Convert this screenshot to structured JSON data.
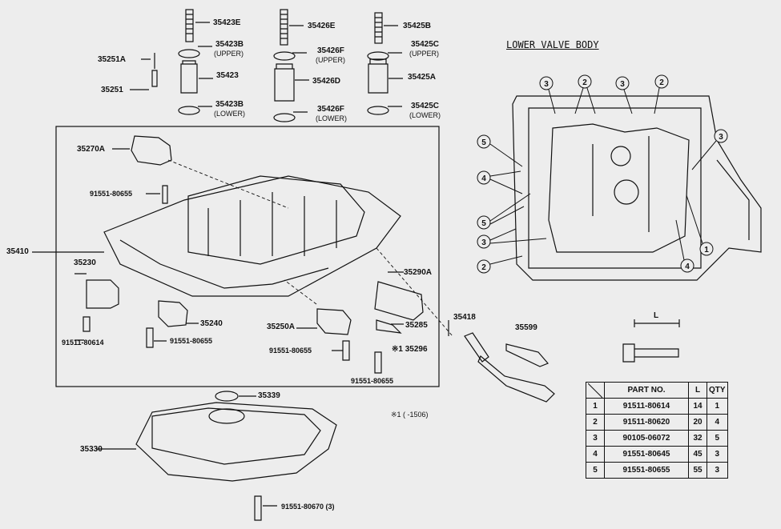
{
  "diagram": {
    "lower_valve_body_title": "LOWER VALVE BODY",
    "dim_label": "L",
    "footnote_mark": "※1",
    "footnote_text": "(      -1506)",
    "labels": [
      {
        "id": "p35423E",
        "text": "35423E"
      },
      {
        "id": "p35423B_u",
        "text": "35423B"
      },
      {
        "id": "p35423B_u_sub",
        "text": "(UPPER)"
      },
      {
        "id": "p35423",
        "text": "35423"
      },
      {
        "id": "p35423B_l",
        "text": "35423B"
      },
      {
        "id": "p35423B_l_sub",
        "text": "(LOWER)"
      },
      {
        "id": "p35426E",
        "text": "35426E"
      },
      {
        "id": "p35426F_u",
        "text": "35426F"
      },
      {
        "id": "p35426F_u_sub",
        "text": "(UPPER)"
      },
      {
        "id": "p35426D",
        "text": "35426D"
      },
      {
        "id": "p35426F_l",
        "text": "35426F"
      },
      {
        "id": "p35426F_l_sub",
        "text": "(LOWER)"
      },
      {
        "id": "p35425B",
        "text": "35425B"
      },
      {
        "id": "p35425C_u",
        "text": "35425C"
      },
      {
        "id": "p35425C_u_sub",
        "text": "(UPPER)"
      },
      {
        "id": "p35425A",
        "text": "35425A"
      },
      {
        "id": "p35425C_l",
        "text": "35425C"
      },
      {
        "id": "p35425C_l_sub",
        "text": "(LOWER)"
      },
      {
        "id": "p35251A",
        "text": "35251A"
      },
      {
        "id": "p35251",
        "text": "35251"
      },
      {
        "id": "p35270A",
        "text": "35270A"
      },
      {
        "id": "p91551_a",
        "text": "91551-80655"
      },
      {
        "id": "p35410",
        "text": "35410"
      },
      {
        "id": "p35230",
        "text": "35230"
      },
      {
        "id": "p91511_a",
        "text": "91511-80614"
      },
      {
        "id": "p91551_b",
        "text": "91551-80655"
      },
      {
        "id": "p35240",
        "text": "35240"
      },
      {
        "id": "p35290A",
        "text": "35290A"
      },
      {
        "id": "p35250A",
        "text": "35250A"
      },
      {
        "id": "p35285",
        "text": "35285"
      },
      {
        "id": "p91551_c",
        "text": "91551-80655"
      },
      {
        "id": "p35296",
        "text": "※1 35296"
      },
      {
        "id": "p91551_d",
        "text": "91551-80655"
      },
      {
        "id": "p35418",
        "text": "35418"
      },
      {
        "id": "p35599",
        "text": "35599"
      },
      {
        "id": "p35339",
        "text": "35339"
      },
      {
        "id": "p35330",
        "text": "35330"
      },
      {
        "id": "p91551_e",
        "text": "91551-80670 (3)"
      }
    ],
    "callouts": [
      "1",
      "2",
      "3",
      "4",
      "5"
    ]
  },
  "table": {
    "headers": [
      "",
      "PART NO.",
      "L",
      "QTY"
    ],
    "rows": [
      [
        "1",
        "91511-80614",
        "14",
        "1"
      ],
      [
        "2",
        "91511-80620",
        "20",
        "4"
      ],
      [
        "3",
        "90105-06072",
        "32",
        "5"
      ],
      [
        "4",
        "91551-80645",
        "45",
        "3"
      ],
      [
        "5",
        "91551-80655",
        "55",
        "3"
      ]
    ]
  }
}
